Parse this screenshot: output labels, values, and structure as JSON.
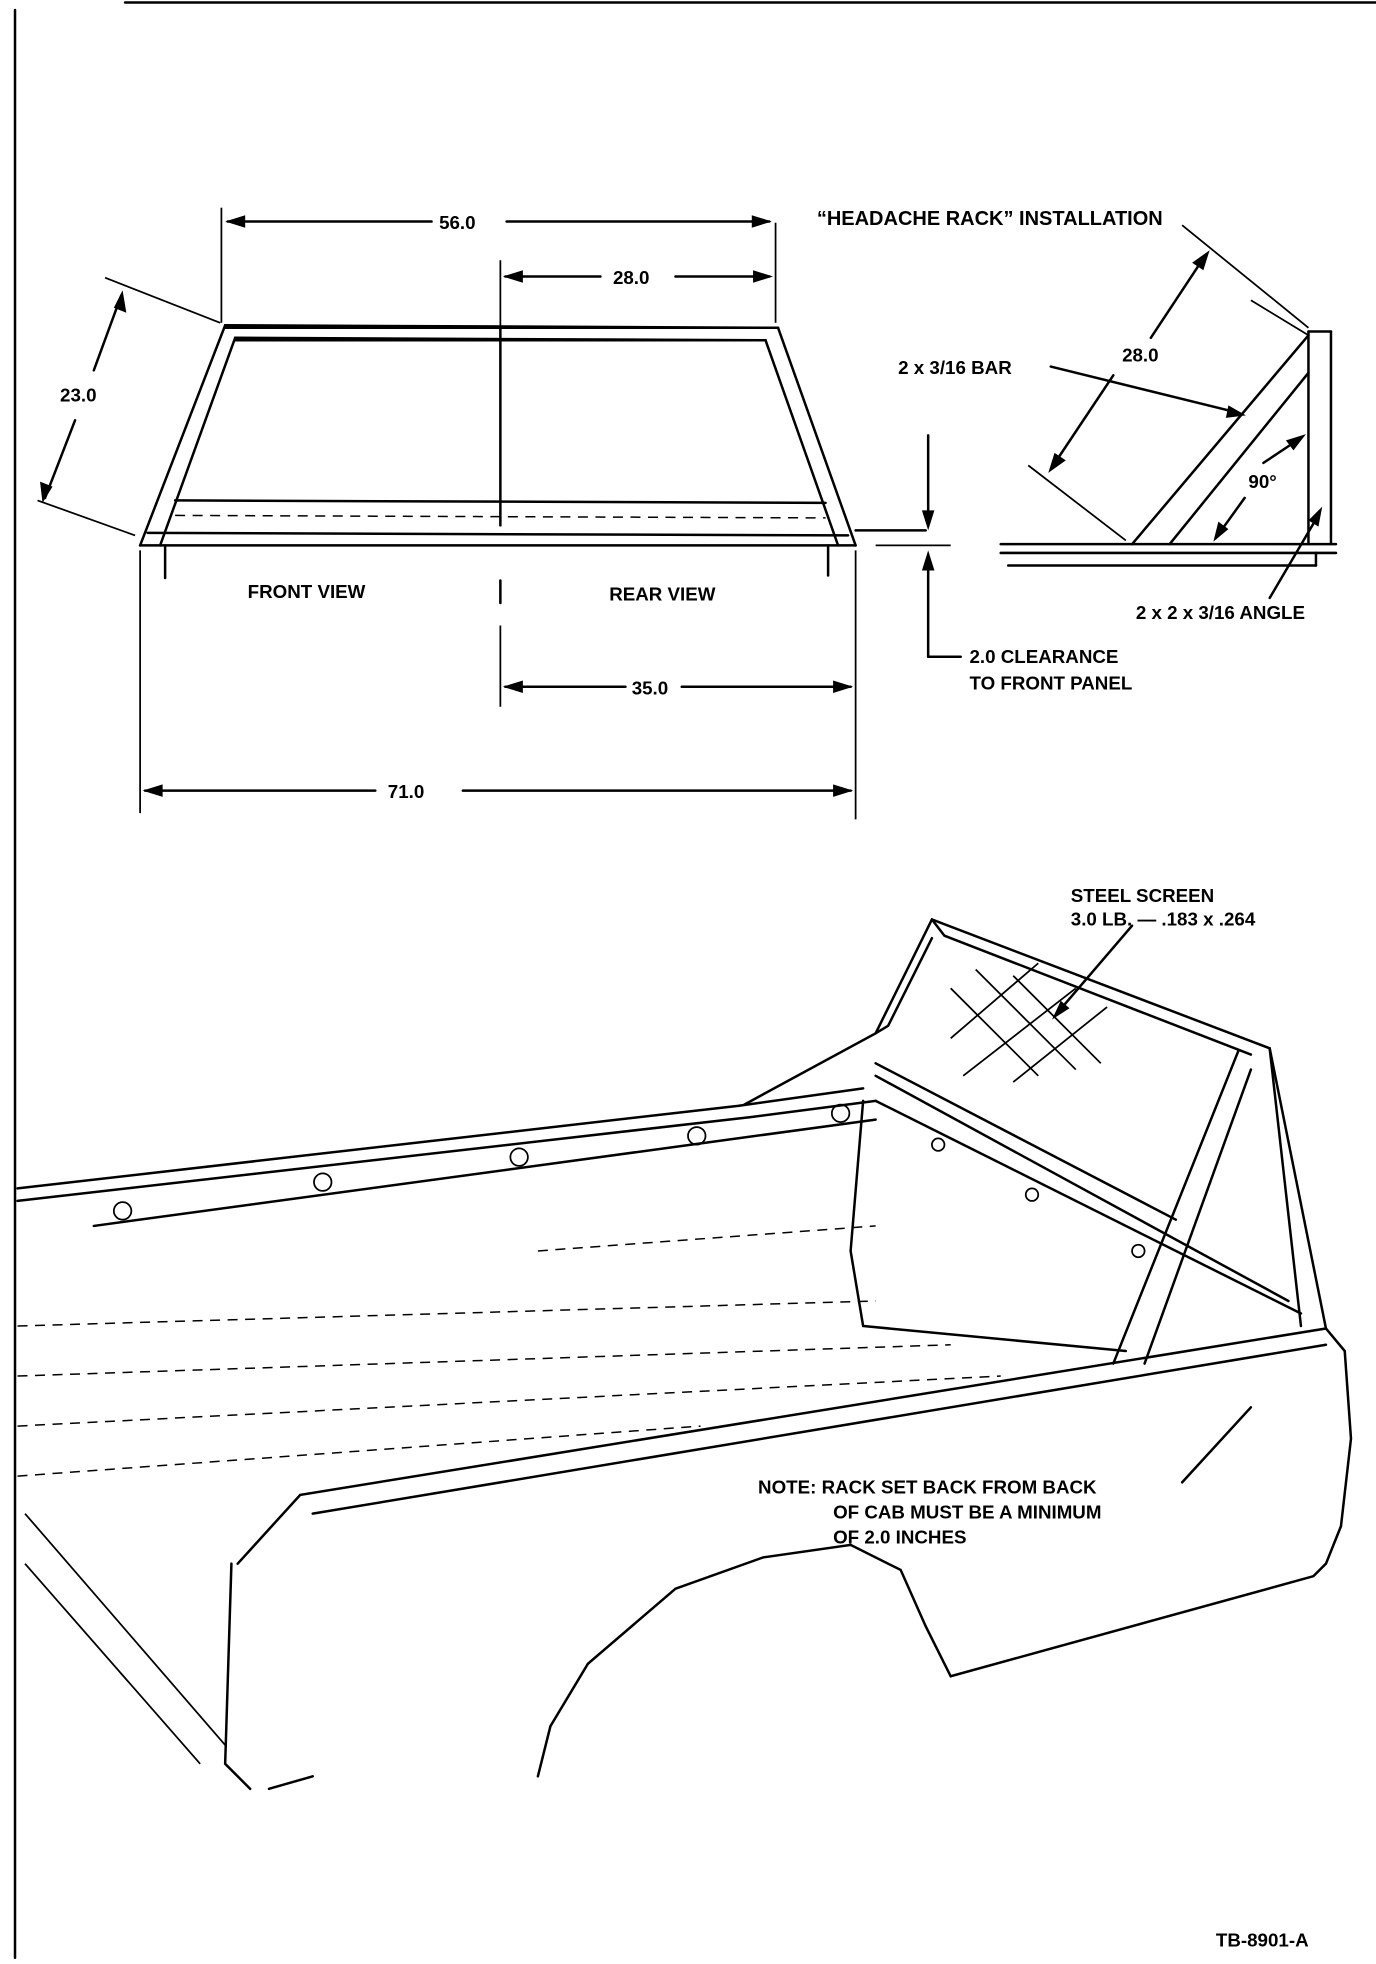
{
  "title": "“HEADACHE RACK” INSTALLATION",
  "front_rear_view": {
    "dim_top_width": "56.0",
    "dim_half_top_width": "28.0",
    "dim_side_length": "23.0",
    "dim_half_bottom_width": "35.0",
    "dim_bottom_width": "71.0",
    "front_view_label": "FRONT VIEW",
    "rear_view_label": "REAR VIEW",
    "clearance_line1": "2.0 CLEARANCE",
    "clearance_line2": "TO FRONT PANEL"
  },
  "side_view": {
    "bar_label": "2 x 3/16 BAR",
    "dim_brace_length": "28.0",
    "angle_value": "90°",
    "angle_label": "2 x 2 x 3/16 ANGLE"
  },
  "perspective_view": {
    "screen_line1": "STEEL SCREEN",
    "screen_line2": "3.0 LB. — .183 x .264",
    "note_line1": "NOTE: RACK SET BACK FROM BACK",
    "note_line2": "OF CAB MUST BE A MINIMUM",
    "note_line3": "OF 2.0 INCHES"
  },
  "figure_id": "TB-8901-A"
}
